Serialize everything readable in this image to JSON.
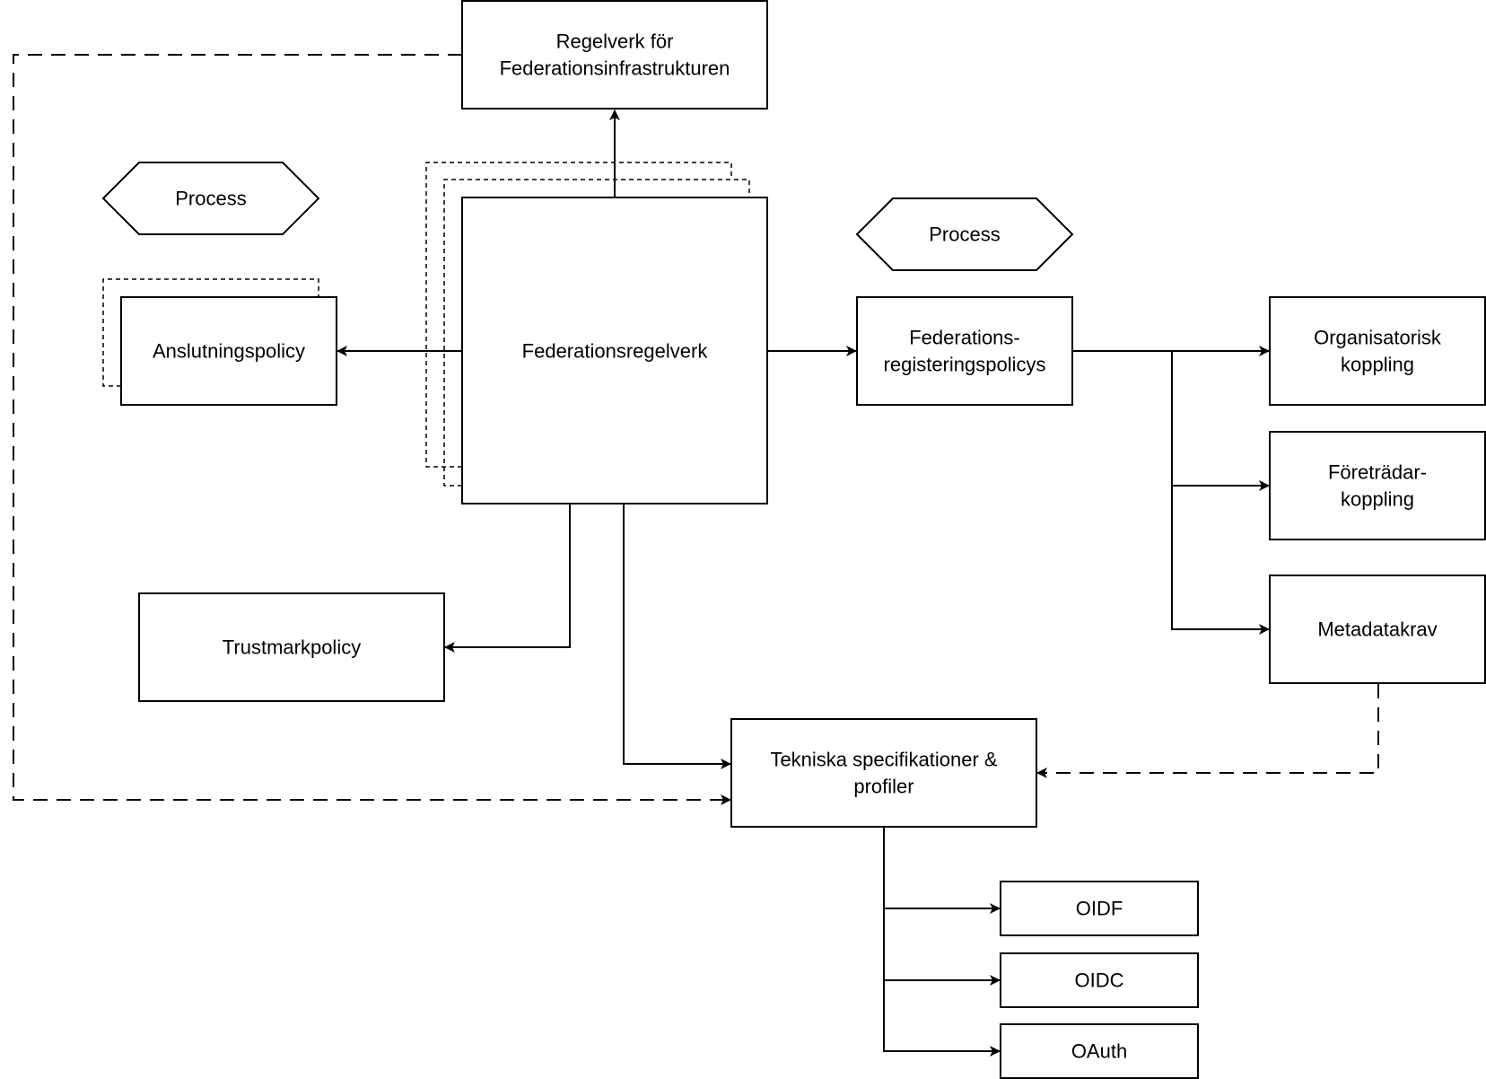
{
  "diagram": {
    "nodes": {
      "regelverk": {
        "lines": [
          "Regelverk för",
          "Federationsinfrastrukturen"
        ]
      },
      "process_left": {
        "label": "Process"
      },
      "process_right": {
        "label": "Process"
      },
      "anslutningspolicy": {
        "label": "Anslutningspolicy"
      },
      "federationsregelverk": {
        "label": "Federationsregelverk"
      },
      "federationsregistrering": {
        "lines": [
          "Federations-",
          "registeringspolicys"
        ]
      },
      "organisatorisk": {
        "lines": [
          "Organisatorisk",
          "koppling"
        ]
      },
      "foretradar": {
        "lines": [
          "Företrädar-",
          "koppling"
        ]
      },
      "metadatakrav": {
        "label": "Metadatakrav"
      },
      "trustmarkpolicy": {
        "label": "Trustmarkpolicy"
      },
      "tekniska": {
        "lines": [
          "Tekniska specifikationer &",
          "profiler"
        ]
      },
      "oidf": {
        "label": "OIDF"
      },
      "oidc": {
        "label": "OIDC"
      },
      "oauth": {
        "label": "OAuth"
      }
    },
    "colors": {
      "stroke": "#000000",
      "background": "#ffffff"
    }
  }
}
